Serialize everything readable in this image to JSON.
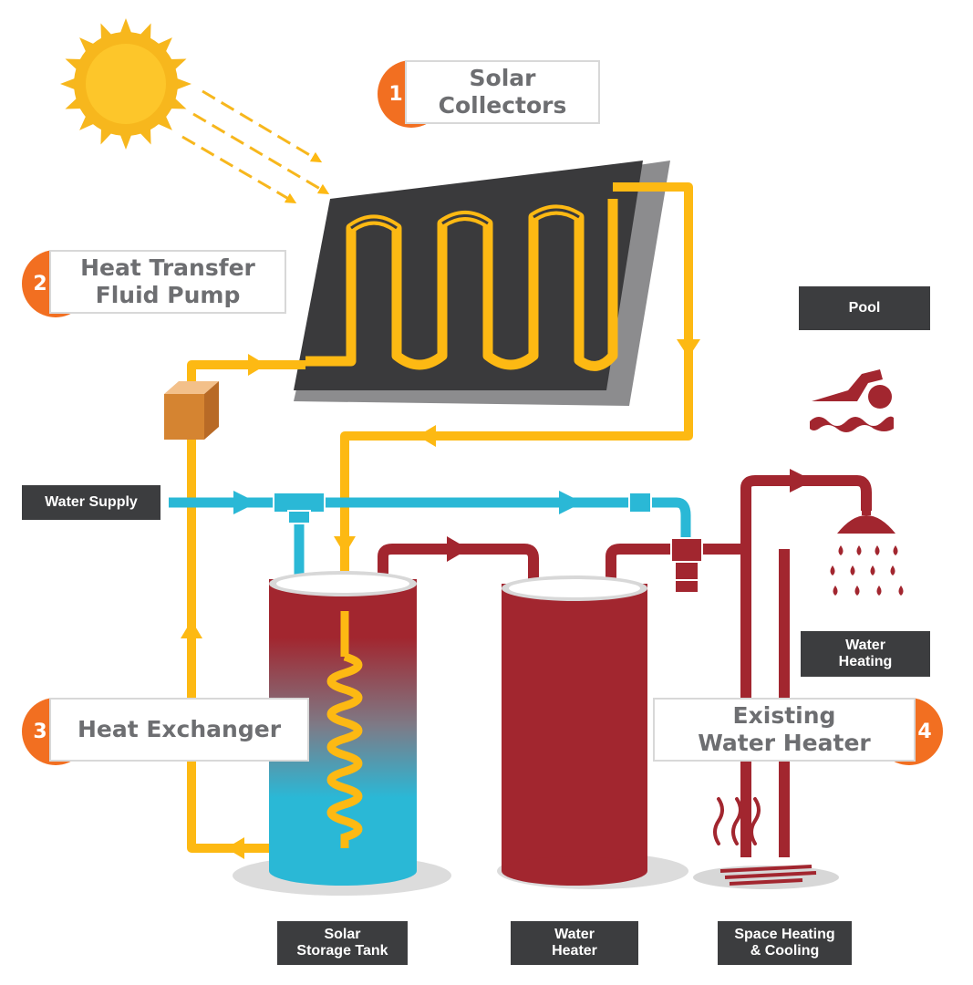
{
  "callouts": {
    "solar_collectors": {
      "number": "1",
      "label": "Solar\nCollectors"
    },
    "pump": {
      "number": "2",
      "label": "Heat Transfer\nFluid Pump"
    },
    "heat_exchanger": {
      "number": "3",
      "label": "Heat Exchanger"
    },
    "existing_heater": {
      "number": "4",
      "label": "Existing\nWater Heater"
    }
  },
  "labels": {
    "water_supply": "Water Supply",
    "pool": "Pool",
    "water_heating": "Water\nHeating",
    "solar_storage_tank": "Solar\nStorage Tank",
    "water_heater": "Water\nHeater",
    "space_heating": "Space Heating\n& Cooling"
  },
  "colors": {
    "orange": "#f26f21",
    "sun": "#f7b71d",
    "yellow_pipe": "#fdb913",
    "blue_pipe": "#2ab8d6",
    "red_pipe": "#a2262f",
    "dark_label": "#3c3d3f",
    "panel": "#3a3a3c"
  },
  "icons": [
    "sun-icon",
    "swimmer-icon",
    "shower-icon",
    "heat-waves-icon",
    "pump-icon"
  ]
}
